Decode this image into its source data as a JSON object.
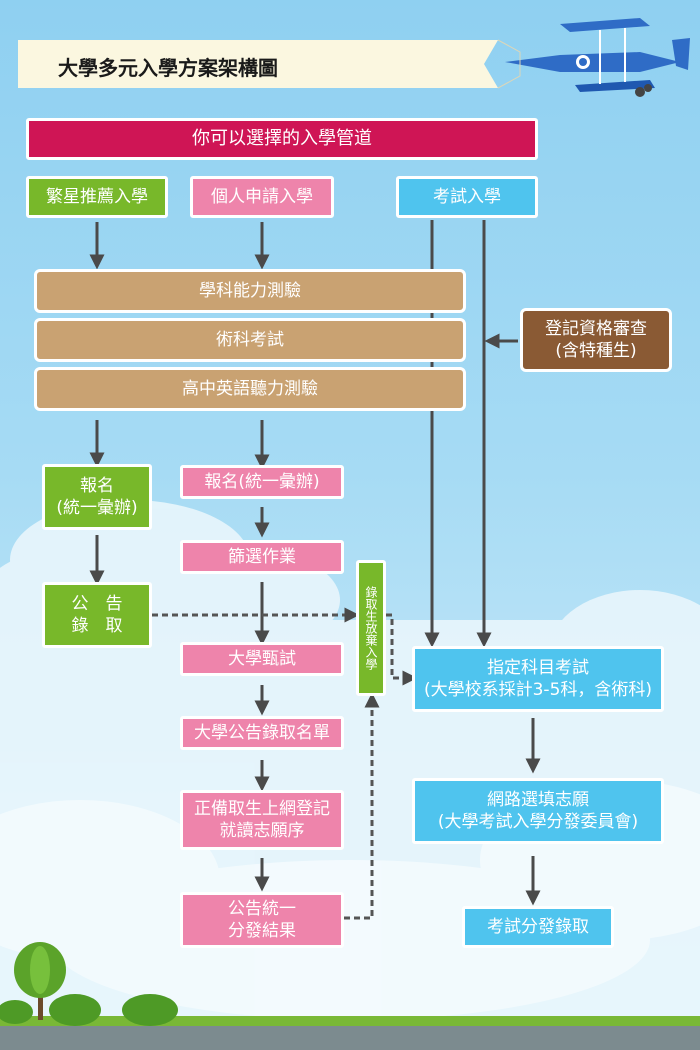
{
  "title": "大學多元入學方案架構圖",
  "header": "你可以選擇的入學管道",
  "channels": {
    "star": "繁星推薦入學",
    "personal": "個人申請入學",
    "exam": "考試入學"
  },
  "tests": {
    "gsat": "學科能力測驗",
    "arts": "術科考試",
    "english": "高中英語聽力測驗"
  },
  "eligibility": "登記資格審查\n(含特種生)",
  "star_flow": {
    "register": "報名\n(統一彙辦)",
    "announce": "公　告\n錄　取"
  },
  "personal_flow": {
    "register": "報名(統一彙辦)",
    "screening": "篩選作業",
    "interview": "大學甄試",
    "list": "大學公告錄取名單",
    "waitlist": "正備取生上網登記\n就讀志願序",
    "result": "公告統一\n分發結果"
  },
  "waiver": "錄取生放棄入學",
  "exam_flow": {
    "designated": "指定科目考試\n(大學校系採計3-5科，含術科)",
    "online": "網路選填志願\n(大學考試入學分發委員會)",
    "admission": "考試分發錄取"
  },
  "colors": {
    "header": "#cf1555",
    "green": "#78b82a",
    "pink": "#ee84ab",
    "blue": "#4fc4ee",
    "tan": "#c9a272",
    "brown": "#8a5a34",
    "arrow": "#4a4a4a"
  }
}
